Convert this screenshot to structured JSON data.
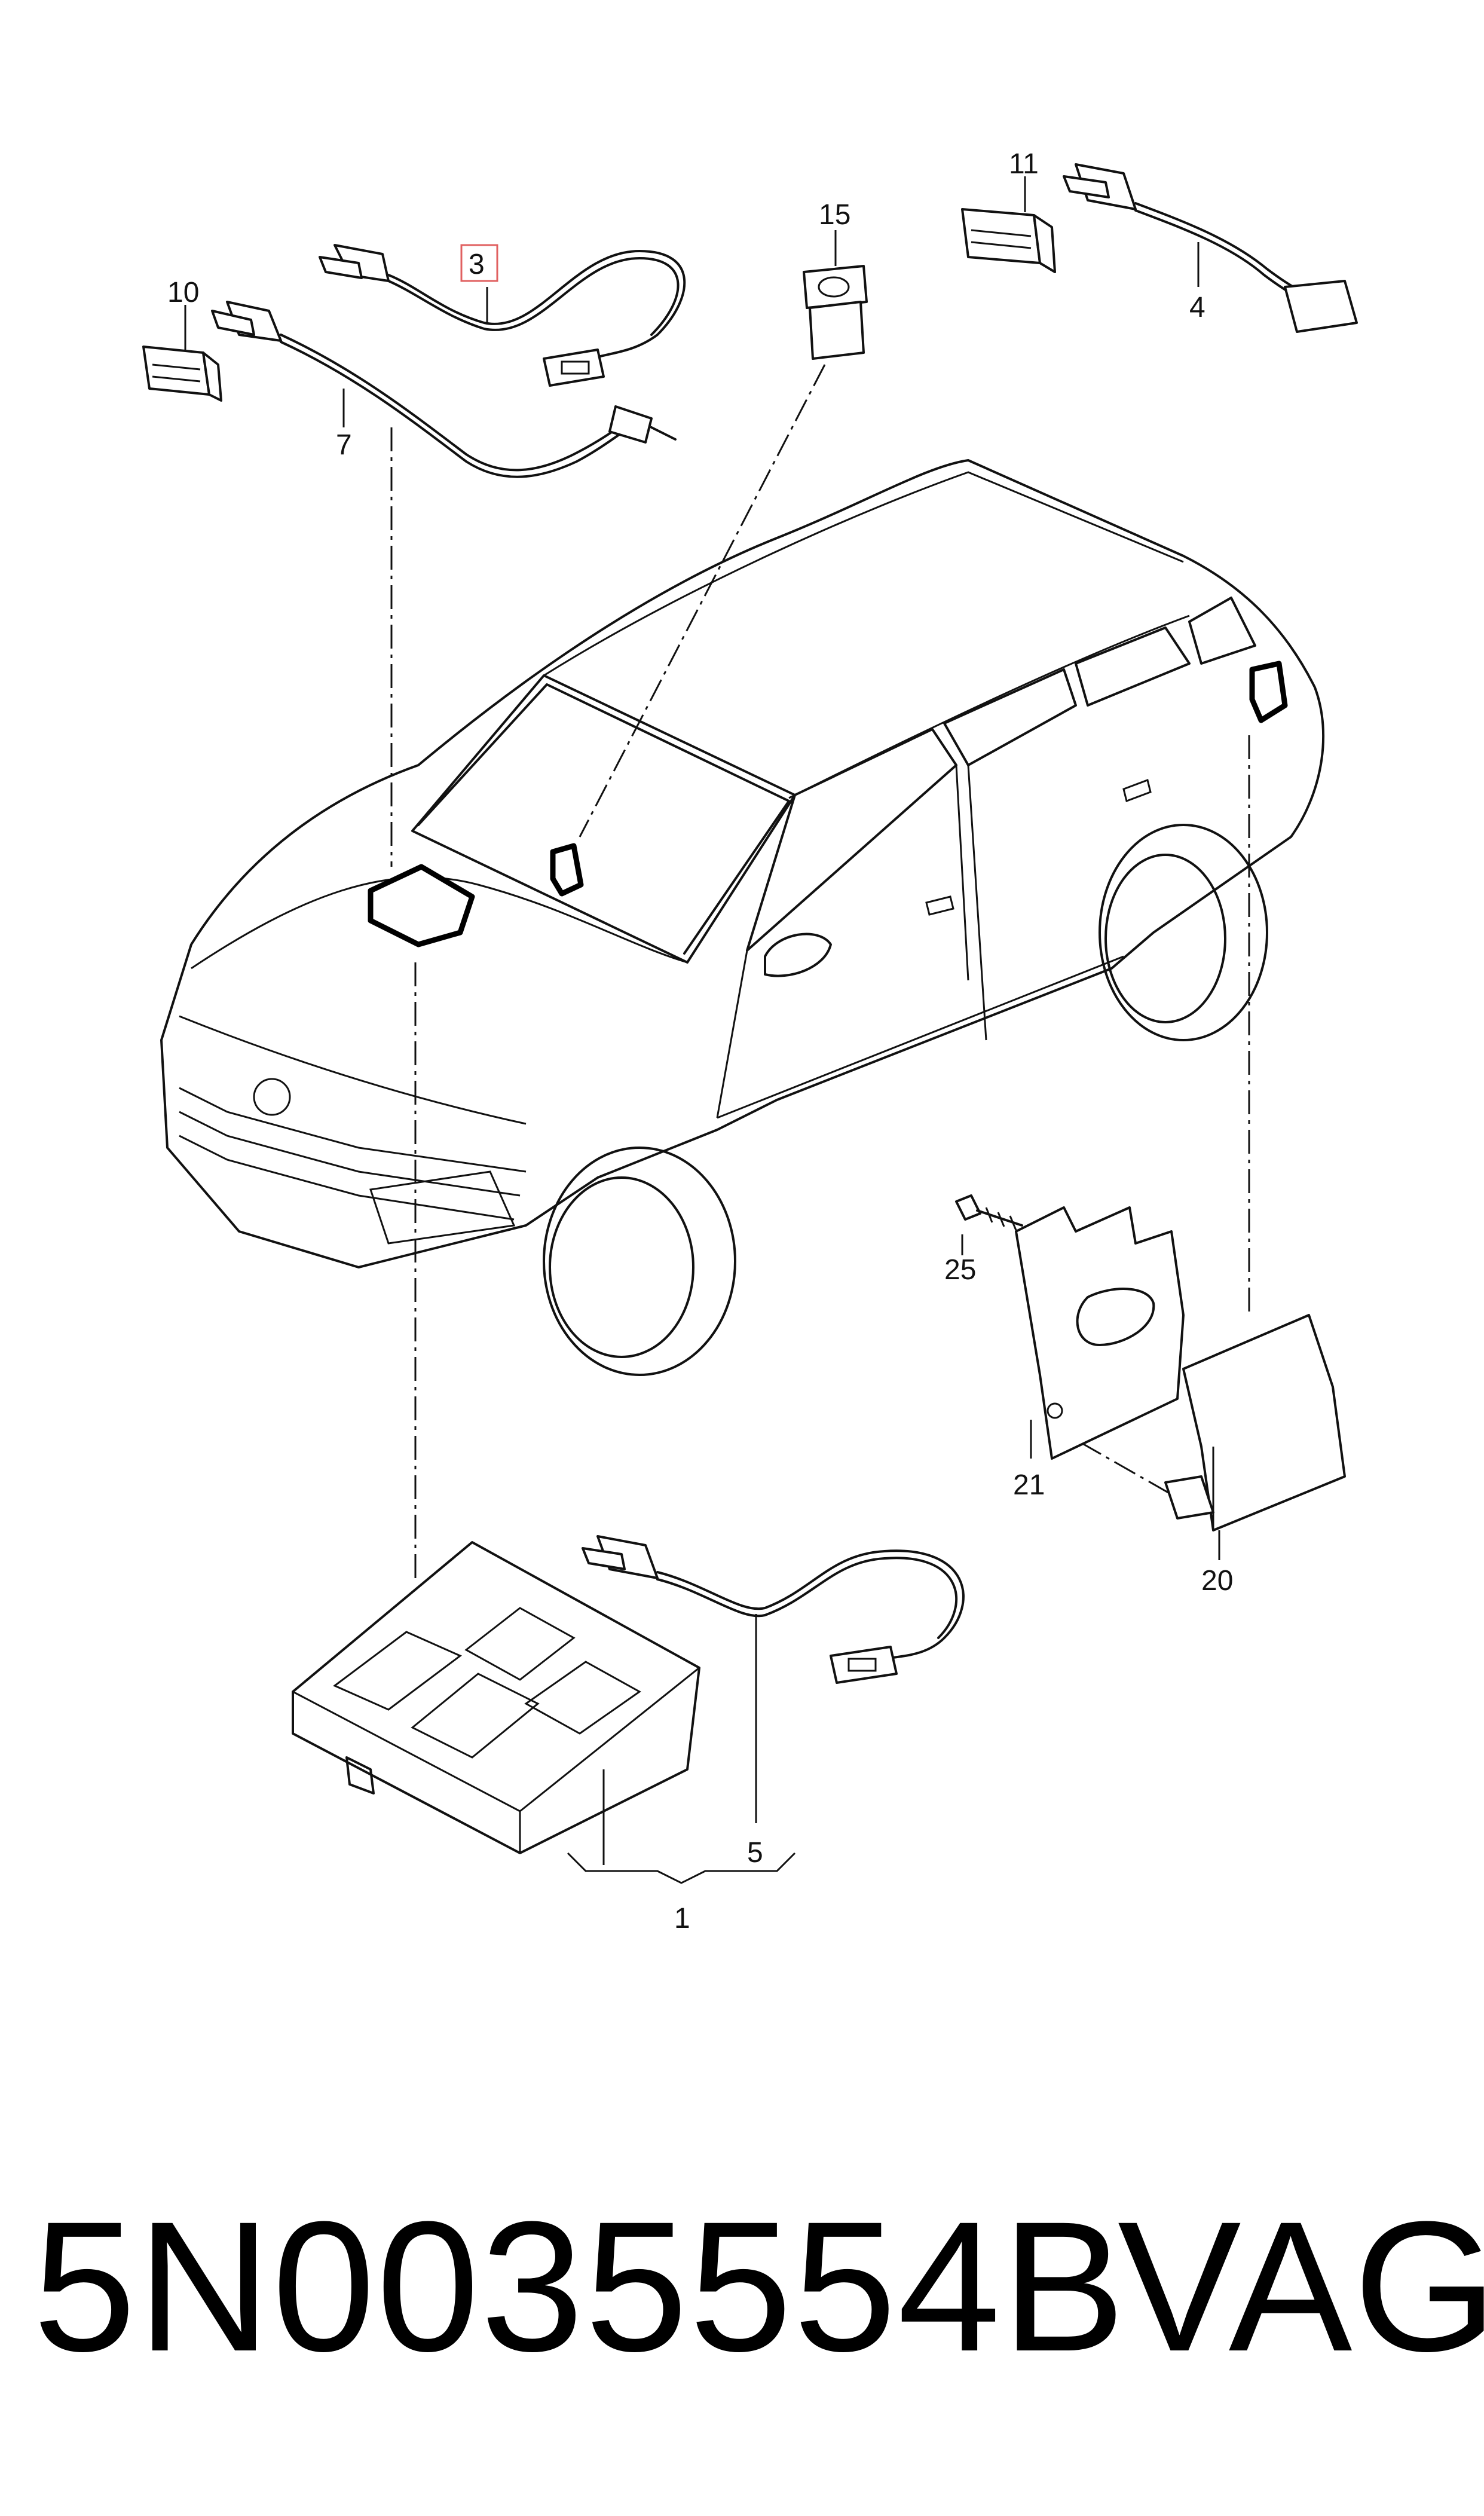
{
  "callouts": {
    "c1": "1",
    "c3": "3",
    "c4": "4",
    "c5": "5",
    "c7": "7",
    "c10": "10",
    "c11": "11",
    "c15": "15",
    "c20": "20",
    "c21": "21",
    "c25": "25"
  },
  "highlight_color": "#e06060",
  "footer": {
    "part_number": "5N0035554B",
    "brand": "VAG"
  }
}
